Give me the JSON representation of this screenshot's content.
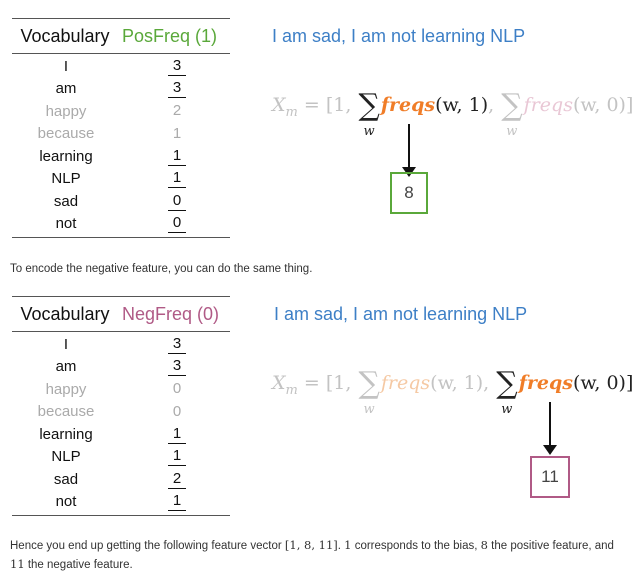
{
  "colors": {
    "pos_accent": "#5aa83a",
    "neg_accent": "#b05a86",
    "sentence_blue": "#3d7fc6",
    "orange_freqs": "#f07d28"
  },
  "positive_section": {
    "table": {
      "header_vocab": "Vocabulary",
      "header_freq": "PosFreq (1)",
      "rows": [
        {
          "word": "I",
          "value": "3",
          "highlight": true
        },
        {
          "word": "am",
          "value": "3",
          "highlight": true
        },
        {
          "word": "happy",
          "value": "2",
          "highlight": false
        },
        {
          "word": "because",
          "value": "1",
          "highlight": false
        },
        {
          "word": "learning",
          "value": "1",
          "highlight": true
        },
        {
          "word": "NLP",
          "value": "1",
          "highlight": true
        },
        {
          "word": "sad",
          "value": "0",
          "highlight": true
        },
        {
          "word": "not",
          "value": "0",
          "highlight": true
        }
      ]
    },
    "sentence": "I am sad, I am not learning NLP",
    "result": "8"
  },
  "middle_text": "To encode the negative feature, you can do the same thing.",
  "negative_section": {
    "table": {
      "header_vocab": "Vocabulary",
      "header_freq": "NegFreq (0)",
      "rows": [
        {
          "word": "I",
          "value": "3",
          "highlight": true
        },
        {
          "word": "am",
          "value": "3",
          "highlight": true
        },
        {
          "word": "happy",
          "value": "0",
          "highlight": false
        },
        {
          "word": "because",
          "value": "0",
          "highlight": false
        },
        {
          "word": "learning",
          "value": "1",
          "highlight": true
        },
        {
          "word": "NLP",
          "value": "1",
          "highlight": true
        },
        {
          "word": "sad",
          "value": "2",
          "highlight": true
        },
        {
          "word": "not",
          "value": "1",
          "highlight": true
        }
      ]
    },
    "sentence": "I am sad, I am not learning NLP",
    "result": "11"
  },
  "formula": {
    "lhs_var": "X",
    "lhs_sub": "m",
    "eq_open": " = [1, ",
    "sigma": "∑",
    "sum_sub": "w",
    "func": "freqs",
    "arg_pos": "(w, 1)",
    "comma": ", ",
    "arg_neg": "(w, 0)",
    "close": "]"
  },
  "conclusion": {
    "line1_a": "Hence you end up getting the following feature vector ",
    "vector": "[1, 8, 11]",
    "line1_b": ". ",
    "one": "1",
    "line1_c": " corresponds to the bias, ",
    "eight": "8",
    "line1_d": " the positive feature, and",
    "eleven": "11",
    "line2": " the negative feature."
  }
}
